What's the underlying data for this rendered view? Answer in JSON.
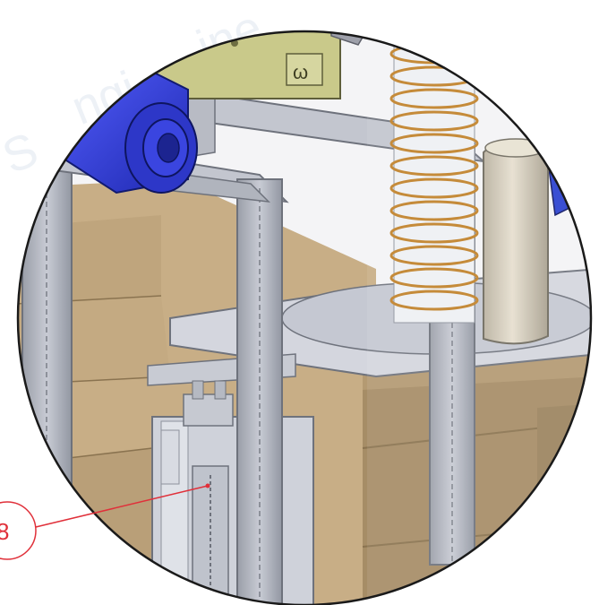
{
  "callout": {
    "label": "8"
  },
  "watermark": {
    "fragment_top": "ine",
    "fragment_mid": "ngi",
    "fragment_left": "S"
  },
  "colors": {
    "callout": "#e0303a",
    "frame": "#b9bcc6",
    "frame_shadow": "#8e929c",
    "cardboard": "#c8ae86",
    "cardboard_dark": "#a68d66",
    "motor": "#3a48e8",
    "spring": "#c0822a",
    "bracket": "#c9c98a",
    "tank": "#d8d2c2",
    "plate": "#d4d6de"
  }
}
